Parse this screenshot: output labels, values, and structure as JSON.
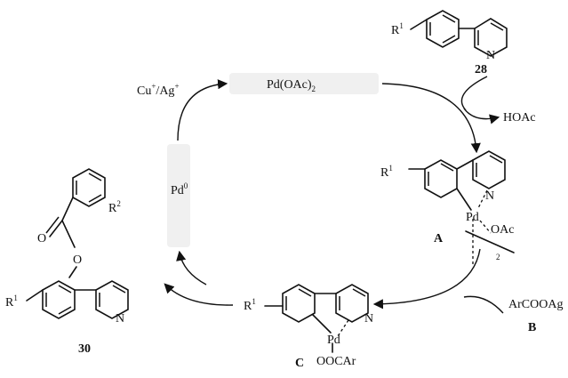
{
  "colors": {
    "box_fill": "#f0f0f0",
    "ink": "#111111"
  },
  "catalyst": {
    "text": "Pd(OAc)",
    "sub": "2"
  },
  "pd0": {
    "text": "Pd",
    "sup": "0"
  },
  "oxidant": {
    "cu": "Cu",
    "cu_sup": "+",
    "ag": "Ag",
    "ag_sup": "+",
    "sep": "/"
  },
  "substrate": {
    "r": "R",
    "r_sup": "1",
    "n": "N",
    "number": "28"
  },
  "byproduct": "HOAc",
  "intermediate_a": {
    "r": "R",
    "r_sup": "1",
    "n": "N",
    "pd": "Pd",
    "oac": "OAc",
    "dimer_sub": "2",
    "label": "A"
  },
  "reagent_b": {
    "text": "ArCOOAg",
    "label": "B"
  },
  "intermediate_c": {
    "r": "R",
    "r_sup": "1",
    "n": "N",
    "pd": "Pd",
    "ooc": "OOCAr",
    "label": "C"
  },
  "product": {
    "r": "R",
    "r_sup": "1",
    "r2": "R",
    "r2_sup": "2",
    "o": "O",
    "n": "N",
    "number": "30"
  }
}
